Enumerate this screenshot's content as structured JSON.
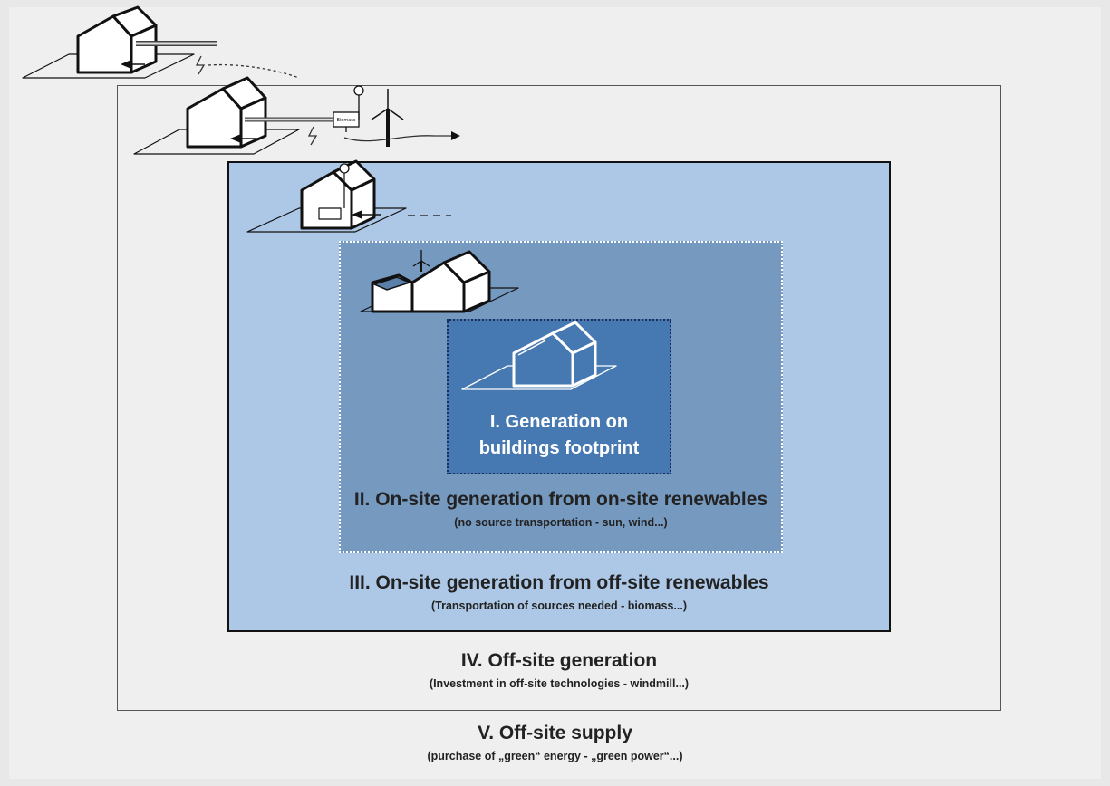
{
  "levels": {
    "i": {
      "title_line1": "I. Generation on",
      "title_line2": "buildings footprint"
    },
    "ii": {
      "title": "II. On-site generation from on-site renewables",
      "subtitle": "(no source transportation - sun, wind...)"
    },
    "iii": {
      "title": "III. On-site generation from off-site renewables",
      "subtitle": "(Transportation of sources needed - biomass...)"
    },
    "iv": {
      "title": "IV. Off-site generation",
      "subtitle": "(Investment in off-site technologies - windmill...)"
    },
    "v": {
      "title": "V. Off-site supply",
      "subtitle": "(purchase of „green“ energy - „green power“...)"
    }
  },
  "biomass_label": "Biomass",
  "colors": {
    "background": "#efefef",
    "level_iii_fill": "#adc8e6",
    "level_ii_fill": "#7699c0",
    "level_i_fill": "#4678b1",
    "level_i_border": "#1c2d5e"
  },
  "icons": [
    "house-icon",
    "lightning-icon",
    "wind-turbine-icon",
    "biomass-boiler-icon",
    "solar-panel-icon"
  ]
}
